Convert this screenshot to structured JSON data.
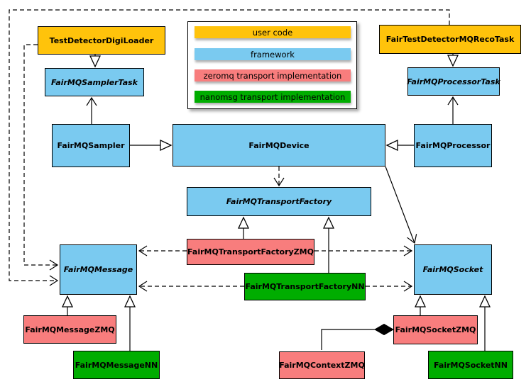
{
  "colors": {
    "user_code": "#FFC30B",
    "framework": "#7ACAF0",
    "zeromq": "#F87D7D",
    "nanomsg": "#00AD00"
  },
  "legend": {
    "items": [
      {
        "label": "user code"
      },
      {
        "label": "framework"
      },
      {
        "label": "zeromq transport implementation"
      },
      {
        "label": "nanomsg transport implementation"
      }
    ]
  },
  "nodes": {
    "testDetectorDigiLoader": {
      "label": "TestDetectorDigiLoader",
      "category": "user code",
      "abstract": false
    },
    "fairTestDetectorMQRecoTask": {
      "label": "FairTestDetectorMQRecoTask",
      "category": "user code",
      "abstract": false
    },
    "fairMQSamplerTask": {
      "label": "FairMQSamplerTask",
      "category": "framework",
      "abstract": true
    },
    "fairMQProcessorTask": {
      "label": "FairMQProcessorTask",
      "category": "framework",
      "abstract": true
    },
    "fairMQSampler": {
      "label": "FairMQSampler",
      "category": "framework",
      "abstract": false
    },
    "fairMQDevice": {
      "label": "FairMQDevice",
      "category": "framework",
      "abstract": false
    },
    "fairMQProcessor": {
      "label": "FairMQProcessor",
      "category": "framework",
      "abstract": false
    },
    "fairMQTransportFactory": {
      "label": "FairMQTransportFactory",
      "category": "framework",
      "abstract": true
    },
    "fairMQTransportFactoryZMQ": {
      "label": "FairMQTransportFactoryZMQ",
      "category": "zeromq",
      "abstract": false
    },
    "fairMQTransportFactoryNN": {
      "label": "FairMQTransportFactoryNN",
      "category": "nanomsg",
      "abstract": false
    },
    "fairMQMessage": {
      "label": "FairMQMessage",
      "category": "framework",
      "abstract": true
    },
    "fairMQSocket": {
      "label": "FairMQSocket",
      "category": "framework",
      "abstract": true
    },
    "fairMQMessageZMQ": {
      "label": "FairMQMessageZMQ",
      "category": "zeromq",
      "abstract": false
    },
    "fairMQMessageNN": {
      "label": "FairMQMessageNN",
      "category": "nanomsg",
      "abstract": false
    },
    "fairMQContextZMQ": {
      "label": "FairMQContextZMQ",
      "category": "zeromq",
      "abstract": false
    },
    "fairMQSocketZMQ": {
      "label": "FairMQSocketZMQ",
      "category": "zeromq",
      "abstract": false
    },
    "fairMQSocketNN": {
      "label": "FairMQSocketNN",
      "category": "nanomsg",
      "abstract": false
    }
  },
  "edges": [
    {
      "from": "TestDetectorDigiLoader",
      "to": "FairMQSamplerTask",
      "type": "inheritance"
    },
    {
      "from": "FairTestDetectorMQRecoTask",
      "to": "FairMQProcessorTask",
      "type": "inheritance"
    },
    {
      "from": "FairMQSampler",
      "to": "FairMQDevice",
      "type": "inheritance"
    },
    {
      "from": "FairMQProcessor",
      "to": "FairMQDevice",
      "type": "inheritance"
    },
    {
      "from": "FairMQTransportFactoryZMQ",
      "to": "FairMQTransportFactory",
      "type": "inheritance"
    },
    {
      "from": "FairMQTransportFactoryNN",
      "to": "FairMQTransportFactory",
      "type": "inheritance"
    },
    {
      "from": "FairMQMessageZMQ",
      "to": "FairMQMessage",
      "type": "inheritance"
    },
    {
      "from": "FairMQMessageNN",
      "to": "FairMQMessage",
      "type": "inheritance"
    },
    {
      "from": "FairMQSocketZMQ",
      "to": "FairMQSocket",
      "type": "inheritance"
    },
    {
      "from": "FairMQSocketNN",
      "to": "FairMQSocket",
      "type": "inheritance"
    },
    {
      "from": "FairMQSampler",
      "to": "FairMQSamplerTask",
      "type": "association"
    },
    {
      "from": "FairMQProcessor",
      "to": "FairMQProcessorTask",
      "type": "association"
    },
    {
      "from": "FairMQDevice",
      "to": "FairMQSocket",
      "type": "association"
    },
    {
      "from": "FairMQDevice",
      "to": "FairMQTransportFactory",
      "type": "dependency"
    },
    {
      "from": "FairMQTransportFactoryZMQ",
      "to": "FairMQMessage",
      "type": "dependency"
    },
    {
      "from": "FairMQTransportFactoryZMQ",
      "to": "FairMQSocket",
      "type": "dependency"
    },
    {
      "from": "FairMQTransportFactoryNN",
      "to": "FairMQMessage",
      "type": "dependency"
    },
    {
      "from": "FairMQTransportFactoryNN",
      "to": "FairMQSocket",
      "type": "dependency"
    },
    {
      "from": "TestDetectorDigiLoader",
      "to": "FairMQMessage",
      "type": "dependency"
    },
    {
      "from": "FairTestDetectorMQRecoTask",
      "to": "FairMQMessage",
      "type": "dependency"
    },
    {
      "from": "FairMQSocketZMQ",
      "to": "FairMQContextZMQ",
      "type": "composition"
    }
  ]
}
